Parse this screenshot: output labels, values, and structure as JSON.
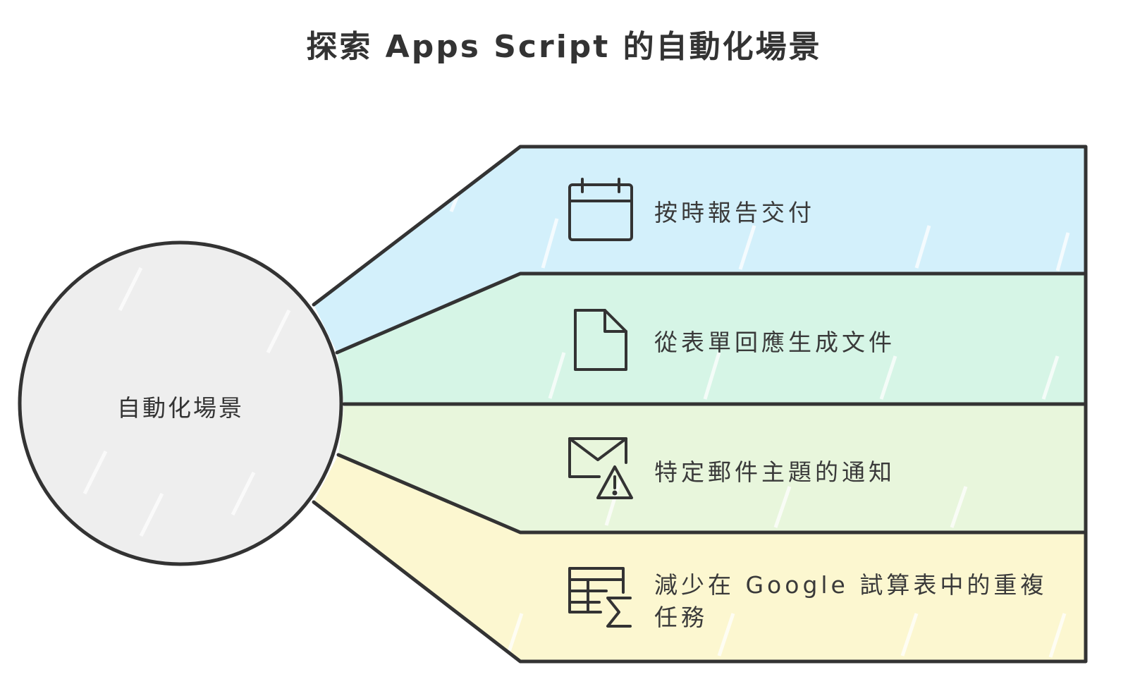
{
  "title": "探索 Apps Script 的自動化場景",
  "center": {
    "label": "自動化場景"
  },
  "items": [
    {
      "label": "按時報告交付",
      "icon": "calendar-icon",
      "color": "#d3f0fb"
    },
    {
      "label": "從表單回應生成文件",
      "icon": "document-icon",
      "color": "#d6f5e6"
    },
    {
      "label": "特定郵件主題的通知",
      "icon": "mail-alert-icon",
      "color": "#e8f6dc"
    },
    {
      "label_line1": "減少在 Google 試算表中的重複",
      "label_line2": "任務",
      "icon": "spreadsheet-sum-icon",
      "color": "#fcf7d0"
    }
  ],
  "colors": {
    "stroke": "#333333",
    "center_fill": "#eeeeee"
  }
}
